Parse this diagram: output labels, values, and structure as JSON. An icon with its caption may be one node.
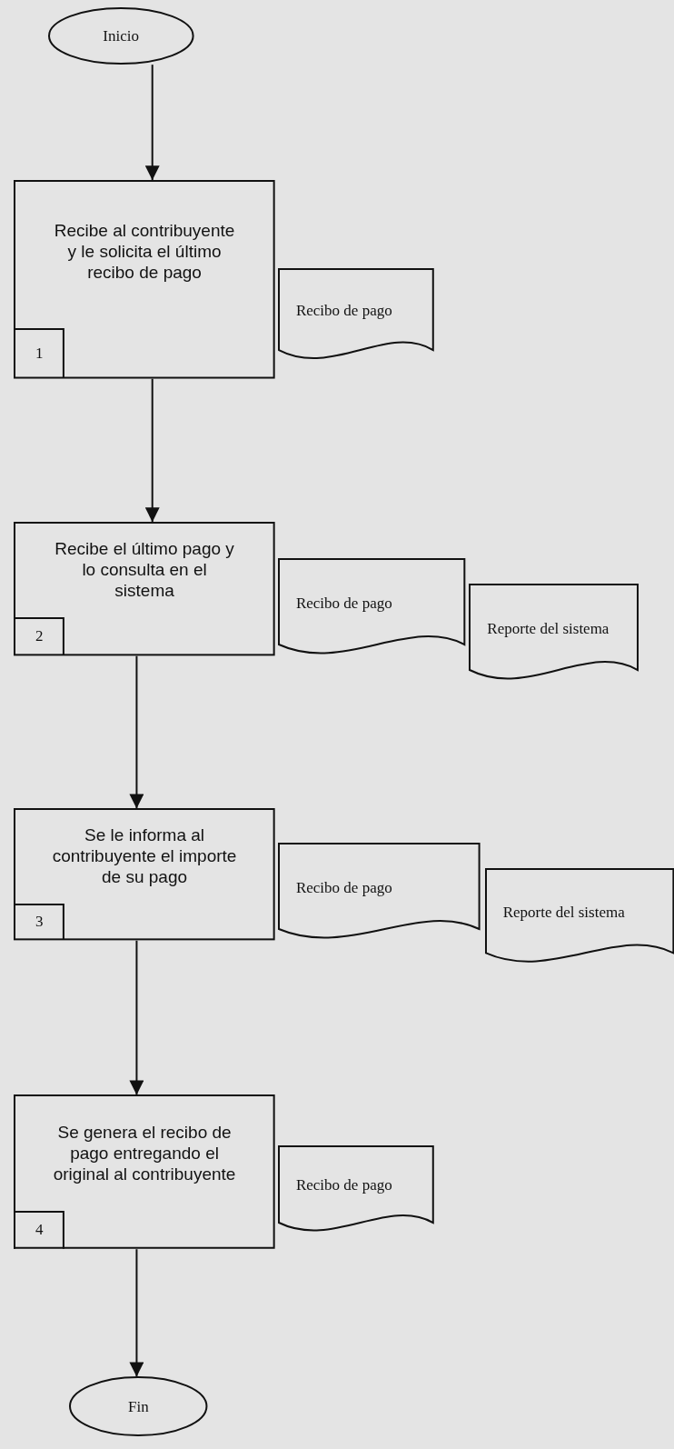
{
  "diagram": {
    "nodes": [
      {
        "text": [
          "Inicio"
        ]
      },
      {
        "text": [
          "Recibe al contribuyente y le solicita el último recibo de pago"
        ]
      },
      {
        "text": [
          "1"
        ],
        "in": 1
      },
      {
        "text": [
          "Recibo de pago"
        ]
      },
      {
        "text": [
          "Recibe el último pago y lo consulta en el sistema"
        ]
      },
      {
        "text": [
          "2"
        ],
        "in": 4
      },
      {
        "text": [
          "Recibo de pago"
        ]
      },
      {
        "text": [
          "Reporte del sistema"
        ]
      },
      {
        "text": [
          "Se le informa al contribuyente el importe de su pago"
        ]
      },
      {
        "text": [
          "3"
        ],
        "in": 8
      },
      {
        "text": [
          "Recibo de pago"
        ]
      },
      {
        "text": [
          "Reporte del sistema"
        ]
      },
      {
        "text": [
          "Se genera el recibo de pago entregando el original al contribuyente"
        ]
      },
      {
        "text": [
          "4"
        ],
        "in": 12
      },
      {
        "text": [
          "Recibo de pago"
        ]
      },
      {
        "text": [
          "Fin"
        ]
      }
    ],
    "edges": [
      {
        "from": 0,
        "to": 1,
        "arrow": "to"
      },
      {
        "from": 1,
        "to": 4,
        "arrow": "to"
      },
      {
        "from": 4,
        "to": 8,
        "arrow": "to"
      },
      {
        "from": 8,
        "to": 12,
        "arrow": "to"
      },
      {
        "from": 12,
        "to": 15,
        "arrow": "to"
      }
    ]
  }
}
